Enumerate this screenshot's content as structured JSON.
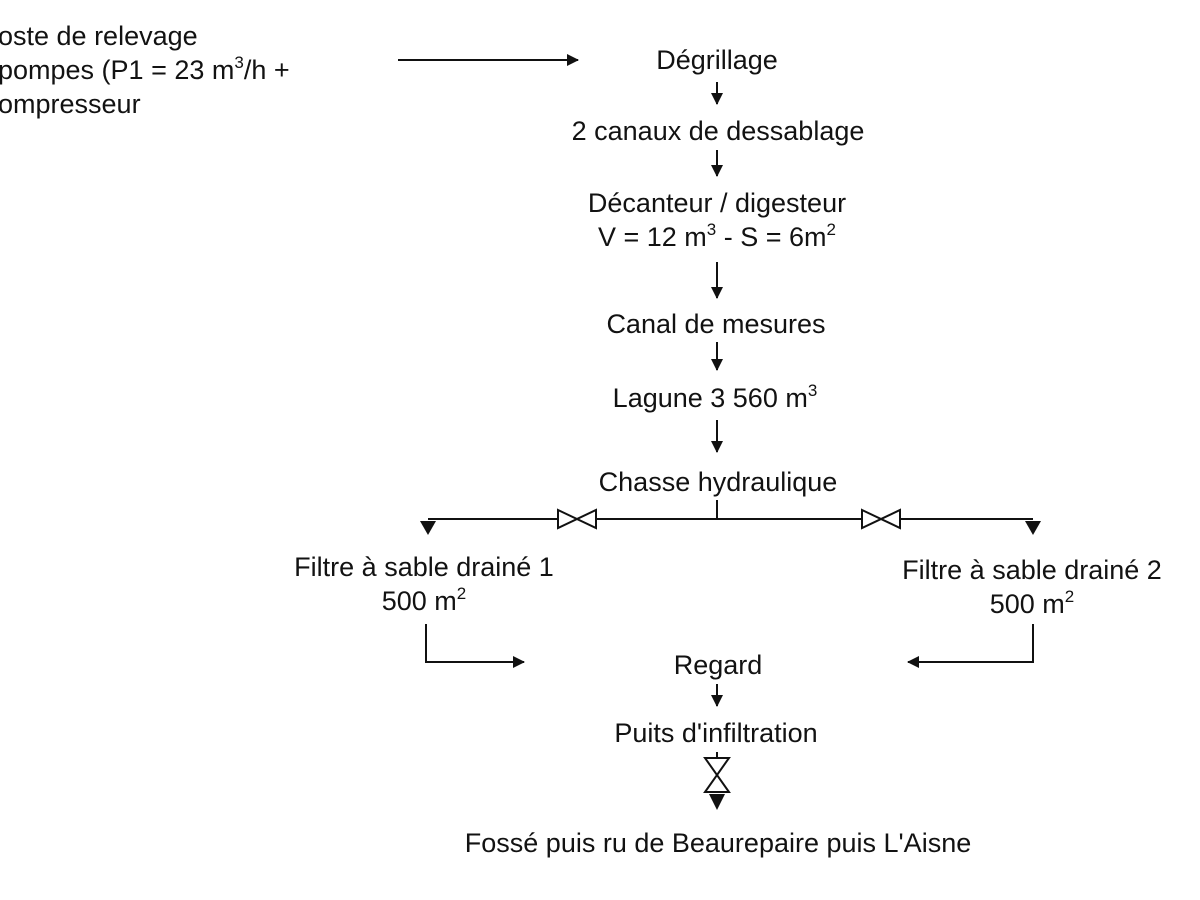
{
  "diagram": {
    "source": {
      "line1": "oste de relevage",
      "line2_prefix": " pompes (P1 = 23 m",
      "line2_sup": "3",
      "line2_suffix": "/h +",
      "line3": "ompresseur"
    },
    "steps": {
      "degrillage": "Dégrillage",
      "dessablage": "2 canaux de dessablage",
      "decanteur_title": "Décanteur / digesteur",
      "decanteur_v": "V = 12 m",
      "decanteur_v_sup": "3",
      "decanteur_s": " - S = 6m",
      "decanteur_s_sup": "2",
      "canal": "Canal de mesures",
      "lagune": "Lagune 3 560 m",
      "lagune_sup": "3",
      "chasse": "Chasse hydraulique",
      "filtre1_title": "Filtre à sable drainé 1",
      "filtre1_area": "500 m",
      "filtre1_area_sup": "2",
      "filtre2_title": "Filtre à sable drainé 2",
      "filtre2_area": "500 m",
      "filtre2_area_sup": "2",
      "regard": "Regard",
      "puits": "Puits d'infiltration",
      "outlet": "Fossé puis ru de Beaurepaire puis L'Aisne"
    },
    "line_color": "#111111"
  }
}
